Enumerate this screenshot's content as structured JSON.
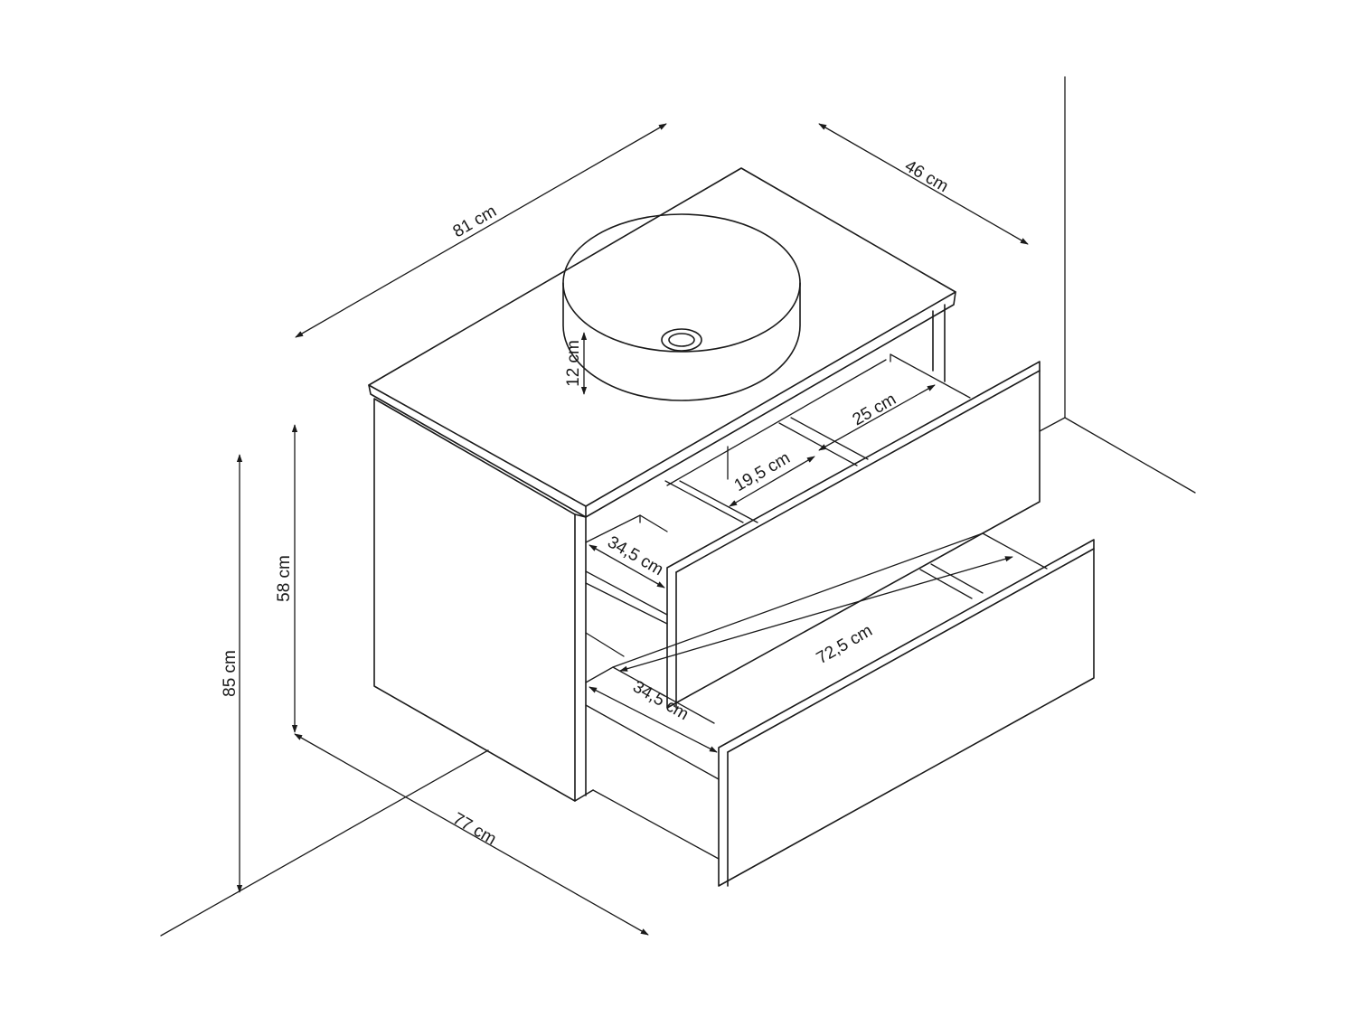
{
  "diagram": {
    "colors": {
      "line": "#1a1a1a",
      "background": "#ffffff"
    },
    "dimensions": {
      "width_top": "81 cm",
      "depth": "46 cm",
      "basin_height": "12 cm",
      "height_cabinet": "58 cm",
      "height_total": "85 cm",
      "width_base": "77 cm",
      "drawer_depth_upper": "34,5 cm",
      "drawer_depth_lower": "34,5 cm",
      "compartment_a": "19,5 cm",
      "compartment_b": "25 cm",
      "drawer_inner_width": "72,5 cm"
    }
  }
}
